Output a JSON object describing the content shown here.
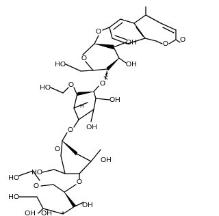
{
  "atoms": {
    "o_coumarin_ring": "O",
    "o_carbonyl": "O",
    "o_glycosidic_1": "O",
    "o_ring_1": "O",
    "oh_1a": "OH",
    "oh_1b": "OH",
    "oh_1c": "HO",
    "o_link_1_2": "O",
    "o_ring_2": "O",
    "oh_2a": "HO",
    "oh_2b": "OH",
    "oh_2c": "OH",
    "stereo_2": "H",
    "o_link_2_3": "O",
    "o_ring_3": "O",
    "oh_3a": "OH",
    "oh_3b": "HO",
    "o_link_3_4": "O",
    "o_ring_4": "O",
    "oh_4a": "HO",
    "oh_4b": "HO",
    "oh_4c": "OH",
    "oh_4d": "OH",
    "oh_4e": "OH"
  }
}
